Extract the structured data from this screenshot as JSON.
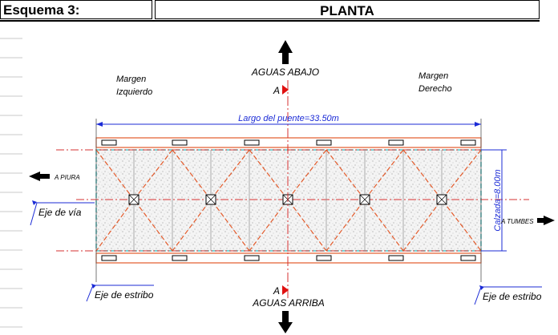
{
  "header": {
    "scheme_label": "Esquema 3:",
    "title": "PLANTA"
  },
  "diagram": {
    "direction_top": "AGUAS ABAJO",
    "direction_bottom": "AGUAS ARRIBA",
    "section_mark": "A",
    "margin_left": [
      "Margen",
      "Izquierdo"
    ],
    "margin_right": [
      "Margen",
      "Derecho"
    ],
    "bridge_length_label": "Largo del puente=33.50m",
    "roadway_width_label": "Calzada=8.00m",
    "to_left": "A PIURA",
    "to_right": "A TUMBES",
    "axis_label": "Eje de vía",
    "abutment_axis_left": "Eje de estribo",
    "abutment_axis_right": "Eje de estribo"
  },
  "colors": {
    "deck_outline": "#4ec9c9",
    "truss_dashed": "#e35a2a",
    "dimension_line": "#1b2bd6",
    "axis_dashdot": "#d63030",
    "beam": "#e35a2a",
    "section_arrow": "#e01010"
  },
  "icons": [
    "arrow-up-icon",
    "arrow-down-icon",
    "arrow-left-icon",
    "arrow-right-icon"
  ]
}
